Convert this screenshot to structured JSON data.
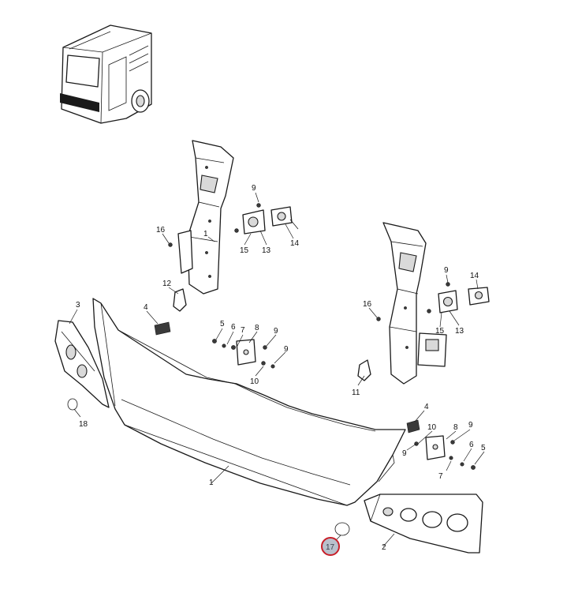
{
  "diagram": {
    "callouts": [
      {
        "id": "c1a",
        "text": "1"
      },
      {
        "id": "c1b",
        "text": "1"
      },
      {
        "id": "c2",
        "text": "2"
      },
      {
        "id": "c3",
        "text": "3"
      },
      {
        "id": "c4a",
        "text": "4"
      },
      {
        "id": "c4b",
        "text": "4"
      },
      {
        "id": "c5a",
        "text": "5"
      },
      {
        "id": "c5b",
        "text": "5"
      },
      {
        "id": "c6a",
        "text": "6"
      },
      {
        "id": "c6b",
        "text": "6"
      },
      {
        "id": "c7a",
        "text": "7"
      },
      {
        "id": "c7b",
        "text": "7"
      },
      {
        "id": "c8a",
        "text": "8"
      },
      {
        "id": "c8b",
        "text": "8"
      },
      {
        "id": "c9a",
        "text": "9"
      },
      {
        "id": "c9b",
        "text": "9"
      },
      {
        "id": "c9c",
        "text": "9"
      },
      {
        "id": "c9d",
        "text": "9"
      },
      {
        "id": "c9e",
        "text": "9"
      },
      {
        "id": "c9f",
        "text": "9"
      },
      {
        "id": "c10a",
        "text": "10"
      },
      {
        "id": "c10b",
        "text": "10"
      },
      {
        "id": "c11",
        "text": "11"
      },
      {
        "id": "c12",
        "text": "12"
      },
      {
        "id": "c13a",
        "text": "13"
      },
      {
        "id": "c13b",
        "text": "13"
      },
      {
        "id": "c14a",
        "text": "14"
      },
      {
        "id": "c14b",
        "text": "14"
      },
      {
        "id": "c15a",
        "text": "15"
      },
      {
        "id": "c15b",
        "text": "15"
      },
      {
        "id": "c16a",
        "text": "16"
      },
      {
        "id": "c16b",
        "text": "16"
      },
      {
        "id": "c18",
        "text": "18"
      }
    ],
    "highlighted": {
      "text": "17",
      "ring_color": "#c81e28"
    }
  }
}
